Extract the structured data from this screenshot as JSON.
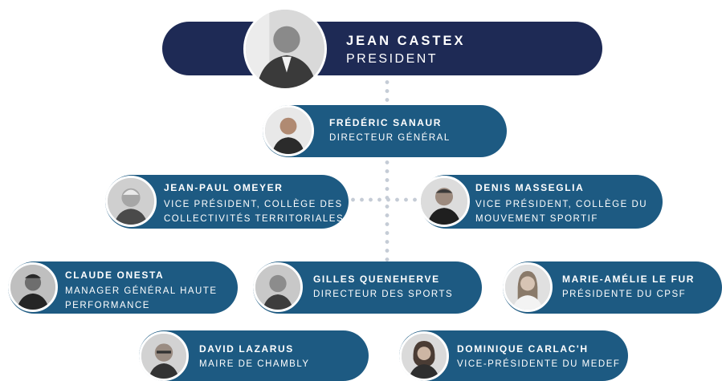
{
  "people": {
    "castex": {
      "name": "JEAN CASTEX",
      "role": [
        "PRESIDENT"
      ]
    },
    "sanaur": {
      "name": "FRÉDÉRIC SANAUR",
      "role": [
        "DIRECTEUR GÉNÉRAL"
      ]
    },
    "omeyer": {
      "name": "JEAN-PAUL OMEYER",
      "role": [
        "VICE PRÉSIDENT, COLLÈGE DES",
        "COLLECTIVITÉS TERRITORIALES"
      ]
    },
    "masseglia": {
      "name": "DENIS MASSEGLIA",
      "role": [
        "VICE PRÉSIDENT, COLLÈGE DU",
        "MOUVEMENT SPORTIF"
      ]
    },
    "onesta": {
      "name": "CLAUDE ONESTA",
      "role": [
        "MANAGER GÉNÉRAL HAUTE",
        "PERFORMANCE"
      ]
    },
    "oueneherve": {
      "name": "GILLES QUENEHERVE",
      "role": [
        "DIRECTEUR DES SPORTS"
      ]
    },
    "lefur": {
      "name": "MARIE-AMÉLIE LE FUR",
      "role": [
        "PRÉSIDENTE DU CPSF"
      ]
    },
    "lazarus": {
      "name": "DAVID LAZARUS",
      "role": [
        "MAIRE DE CHAMBLY"
      ]
    },
    "carlach": {
      "name": "DOMINIQUE CARLAC'H",
      "role": [
        "VICE-PRÉSIDENTE DU MEDEF"
      ]
    }
  },
  "colors": {
    "president_card": "#1e2a55",
    "card": "#1d5a82",
    "connector": "#c5ccd6"
  }
}
